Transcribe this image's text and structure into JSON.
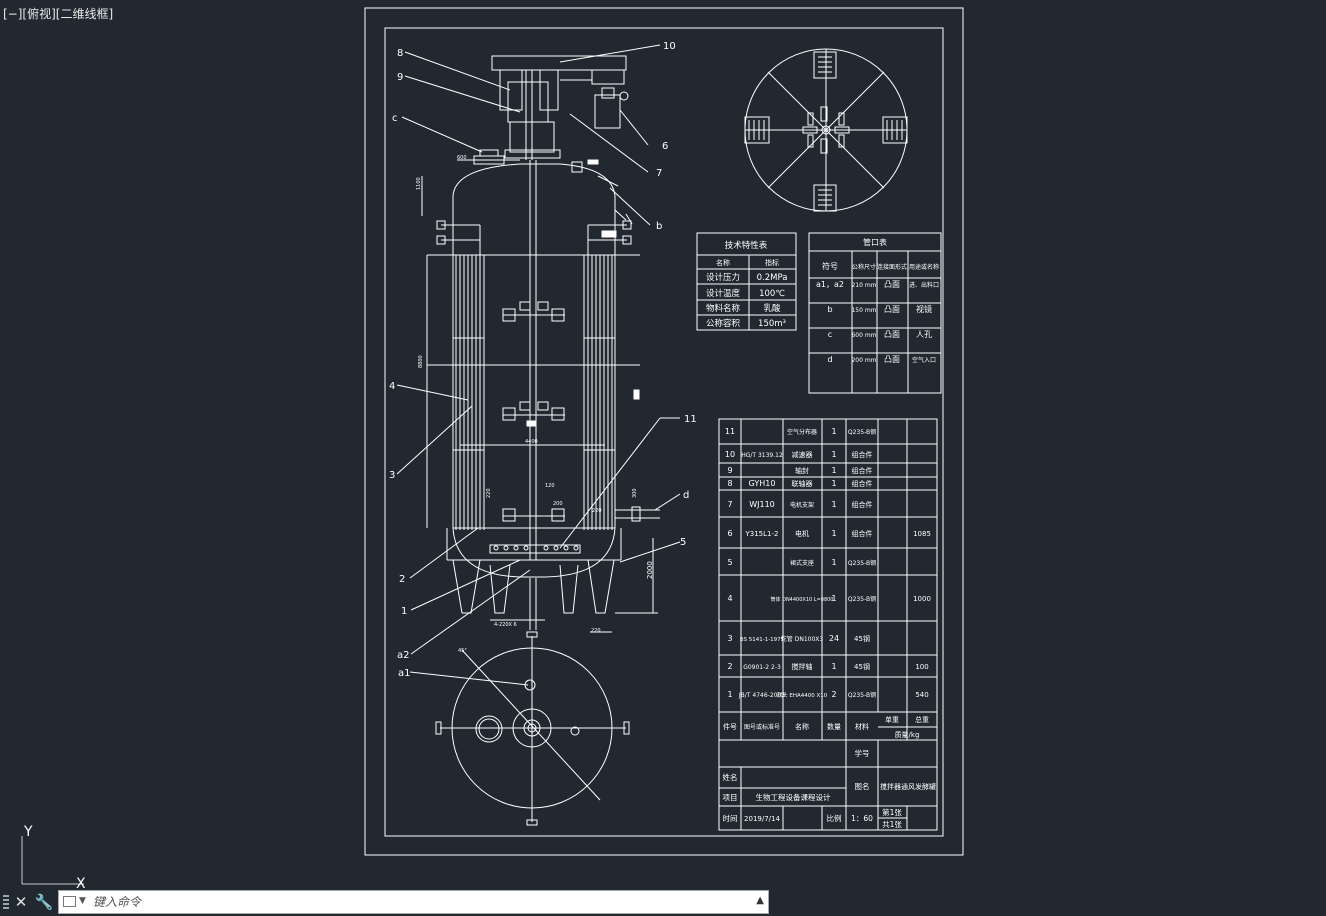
{
  "viewport": {
    "label": "[−][俯视][二维线框]"
  },
  "command_line": {
    "placeholder": "键入命令",
    "close_icon": "close-icon",
    "customize_icon": "wrench-icon"
  },
  "ucs": {
    "y_label": "Y",
    "x_label": "X"
  },
  "drawing": {
    "callouts": {
      "n8": "8",
      "n9": "9",
      "nc": "c",
      "n10": "10",
      "n6": "6",
      "n7": "7",
      "nb": "b",
      "n4": "4",
      "n3": "3",
      "n11": "11",
      "nd": "d",
      "n5": "5",
      "n2": "2",
      "n1": "1",
      "na2": "a2",
      "na1": "a1"
    },
    "dims": {
      "d600": "600",
      "d1100": "1100",
      "d8800": "8800",
      "d2000": "2000",
      "d4400": "4400",
      "d220": "220",
      "d200": "200",
      "d300": "300",
      "d120": "120",
      "d220b": "220",
      "dbolt": "4-220X 6",
      "d220c": "220",
      "d45": "45°"
    }
  },
  "tech_table": {
    "title": "技术特性表",
    "headers": [
      "名称",
      "指标"
    ],
    "rows": [
      [
        "设计压力",
        "0.2MPa"
      ],
      [
        "设计温度",
        "100℃"
      ],
      [
        "物料名称",
        "乳酸"
      ],
      [
        "公称容积",
        "150m³"
      ]
    ]
  },
  "nozzle_table": {
    "title": "管口表",
    "headers": [
      "符号",
      "公称尺寸",
      "连接面形式",
      "用途或名称"
    ],
    "rows": [
      [
        "a1，a2",
        "210 mm",
        "凸面",
        "进、出料口"
      ],
      [
        "b",
        "150 mm",
        "凸面",
        "视镜"
      ],
      [
        "c",
        "600 mm",
        "凸面",
        "人孔"
      ],
      [
        "d",
        "200 mm",
        "凸面",
        "空气入口"
      ]
    ]
  },
  "bom_table": {
    "rows": [
      [
        "11",
        "",
        "空气分布器",
        "1",
        "Q235-B钢",
        "",
        ""
      ],
      [
        "10",
        "HG/T 3139.12",
        "减速器",
        "1",
        "组合件",
        "",
        ""
      ],
      [
        "9",
        "",
        "轴封",
        "1",
        "组合件",
        "",
        ""
      ],
      [
        "8",
        "GYH10",
        "联轴器",
        "1",
        "组合件",
        "",
        ""
      ],
      [
        "7",
        "WJ110",
        "电机支架",
        "1",
        "组合件",
        "",
        ""
      ],
      [
        "6",
        "Y315L1-2",
        "电机",
        "1",
        "组合件",
        "",
        "1085"
      ],
      [
        "5",
        "",
        "裙式支座",
        "1",
        "Q235-B钢",
        "",
        ""
      ],
      [
        "4",
        "",
        "筒体 DN4400X10 L=8800",
        "1",
        "Q235-B钢",
        "",
        "1000"
      ],
      [
        "3",
        "BS 5141-1-1975",
        "蛇管 DN100X3",
        "24",
        "45钢",
        "",
        ""
      ],
      [
        "2",
        "G0901-2 2-3",
        "搅拌轴",
        "1",
        "45钢",
        "",
        "100"
      ],
      [
        "1",
        "JB/T 4746-2002",
        "封头 EHA4400 X10",
        "2",
        "Q235-B钢",
        "",
        "540"
      ]
    ],
    "header": {
      "part_no": "件号",
      "drawing_no": "图号或标准号",
      "name": "名称",
      "qty": "数量",
      "material": "材料",
      "unit_weight": "单重",
      "total_weight": "总重",
      "mass": "质量/kg"
    }
  },
  "title_block": {
    "student_no_label": "学号",
    "name_label": "姓名",
    "drawing_title_label": "图名",
    "drawing_title": "搅拌器通风发酵罐",
    "project_label": "项目",
    "project": "生物工程设备课程设计",
    "date_label": "时间",
    "date": "2019/7/14",
    "scale_label": "比例",
    "scale": "1：60",
    "sheet": "第1张",
    "sheets": "共1张"
  }
}
